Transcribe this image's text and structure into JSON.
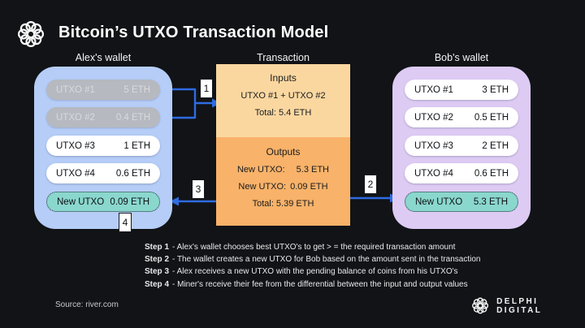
{
  "header": {
    "title": "Bitcoin’s UTXO Transaction Model",
    "logo": "rosette-icon"
  },
  "wallets": {
    "alex": {
      "title": "Alex's wallet",
      "rows": [
        {
          "label": "UTXO #1",
          "value": "5 ETH",
          "state": "spent"
        },
        {
          "label": "UTXO #2",
          "value": "0.4 ETH",
          "state": "spent"
        },
        {
          "label": "UTXO #3",
          "value": "1 ETH",
          "state": "normal"
        },
        {
          "label": "UTXO #4",
          "value": "0.6 ETH",
          "state": "normal"
        },
        {
          "label": "New UTXO",
          "value": "0.09 ETH",
          "state": "new"
        }
      ]
    },
    "bob": {
      "title": "Bob's wallet",
      "rows": [
        {
          "label": "UTXO #1",
          "value": "3 ETH",
          "state": "normal"
        },
        {
          "label": "UTXO #2",
          "value": "0.5 ETH",
          "state": "normal"
        },
        {
          "label": "UTXO #3",
          "value": "2 ETH",
          "state": "normal"
        },
        {
          "label": "UTXO #4",
          "value": "0.6 ETH",
          "state": "normal"
        },
        {
          "label": "New UTXO",
          "value": "5.3 ETH",
          "state": "new"
        }
      ]
    }
  },
  "transaction": {
    "title": "Transaction",
    "inputs": {
      "heading": "Inputs",
      "line1": "UTXO #1 + UTXO #2",
      "total": "Total: 5.4 ETH"
    },
    "outputs": {
      "heading": "Outputs",
      "line1_label": "New UTXO:",
      "line1_value": "5.3 ETH",
      "line2_label": "New UTXO:",
      "line2_value": "0.09 ETH",
      "total": "Total: 5.39 ETH"
    }
  },
  "markers": [
    "1",
    "2",
    "3",
    "4"
  ],
  "steps": [
    {
      "label": "Step 1",
      "text": "- Alex's wallet chooses best UTXO's to get > = the required transaction amount"
    },
    {
      "label": "Step 2",
      "text": "- The wallet creates a new UTXO for Bob based on the amount sent in the transaction"
    },
    {
      "label": "Step 3",
      "text": "- Alex receives a new UTXO with the pending balance of coins from his UTXO's"
    },
    {
      "label": "Step 4",
      "text": "- Miner's receive their fee from the differential between the input and output values"
    }
  ],
  "footer": {
    "source": "Source: river.com",
    "brand": "DELPHI DIGITAL"
  },
  "colors": {
    "background": "#111316",
    "accent_arrow": "#2e6ce2",
    "alex_wallet": "#b5cdf7",
    "bob_wallet": "#ddcbf4",
    "tx_inputs": "#fbd7a0",
    "tx_outputs": "#f8b269",
    "utxo_new": "#8ad7ce",
    "utxo_spent": "#b6b9bf"
  }
}
